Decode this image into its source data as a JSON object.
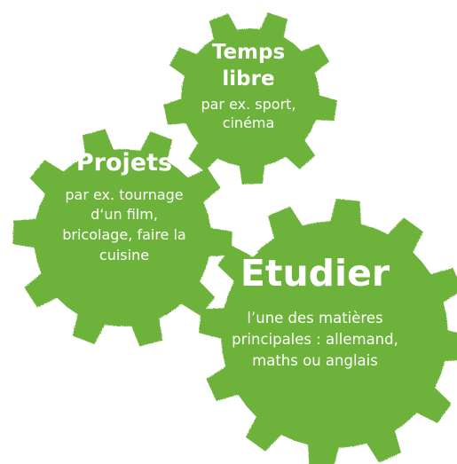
{
  "gears": {
    "temps_libre": {
      "title": "Temps\nlibre",
      "description": "par ex. sport,\ncinéma"
    },
    "projets": {
      "title": "Projets",
      "description": "par ex. tournage\nd‘un film,\nbricolage, faire la\ncuisine"
    },
    "etudier": {
      "title": "Étudier",
      "description": "l’une des matières\nprincipales : allemand,\nmaths ou anglais"
    }
  },
  "colors": {
    "gear_green": "#6db23a",
    "gear_dark": "#5e9e2f",
    "text": "#ffffff"
  }
}
